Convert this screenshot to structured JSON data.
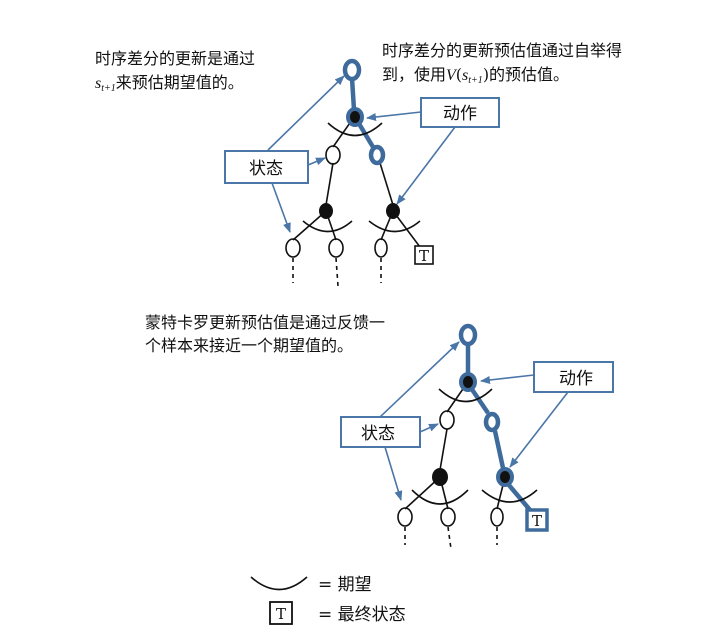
{
  "td": {
    "left_caption": {
      "line1": "时序差分的更新是通过",
      "line2_var": "s",
      "line2_sub": "t+1",
      "line2_rest": "来预估期望值的。"
    },
    "right_caption": {
      "line1": "时序差分的更新预估值通过自举得",
      "line2_pre": "到，使用",
      "line2_V": "V",
      "line2_open": "(",
      "line2_s": "s",
      "line2_sub": "t+1",
      "line2_close": ")的预估值。"
    },
    "action_label": "动作",
    "state_label": "状态",
    "terminal": "T"
  },
  "mc": {
    "caption": {
      "line1": "蒙特卡罗更新预估值是通过反馈一",
      "line2": "个样本来接近一个期望值的。"
    },
    "action_label": "动作",
    "state_label": "状态",
    "terminal": "T"
  },
  "legend": {
    "expectation": "= 期望",
    "terminal_symbol": "T",
    "terminal": "= 最终状态"
  },
  "colors": {
    "highlight": "#3e6b9c",
    "arrow": "#4a76a8"
  }
}
